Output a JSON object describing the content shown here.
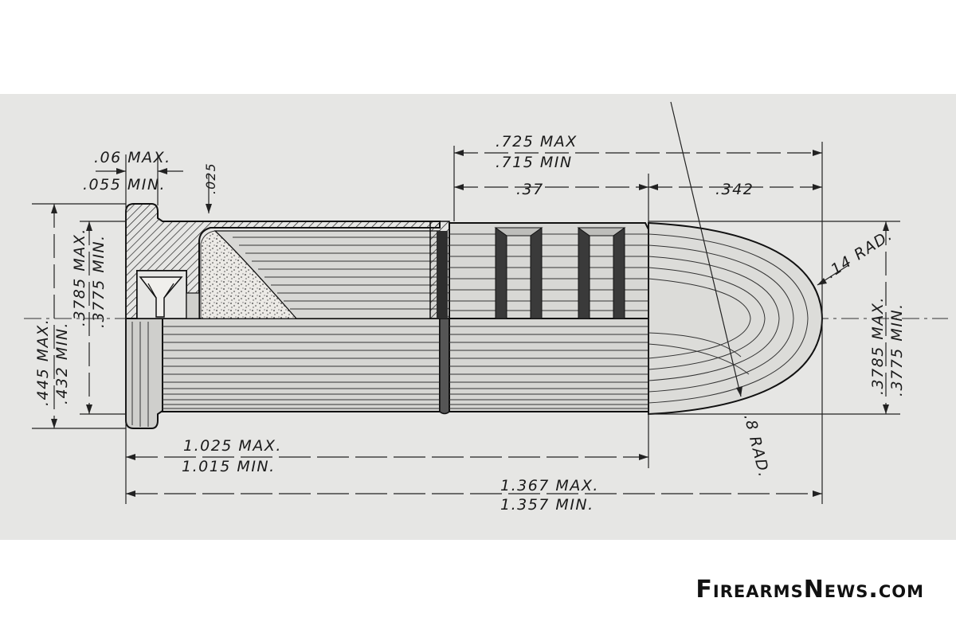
{
  "drawing": {
    "dimensions": {
      "rim_thickness_max": ".06 MAX.",
      "rim_thickness_min": ".055 MIN.",
      "crimp_depth": ".025",
      "bullet_length_max": ".725 MAX",
      "bullet_length_min": ".715 MIN",
      "shank_length": ".37",
      "nose_length": ".342",
      "rim_diameter_max": ".445 MAX.",
      "rim_diameter_min": ".432 MIN.",
      "case_diameter_max": ".3785 MAX.",
      "case_diameter_min": ".3775 MIN.",
      "bullet_diameter_max": ".3785 MAX.",
      "bullet_diameter_min": ".3775 MIN.",
      "tip_radius": ".14 RAD.",
      "ogive_radius": ".8 RAD.",
      "case_length_max": "1.025 MAX.",
      "case_length_min": "1.015 MIN.",
      "overall_length_max": "1.367 MAX.",
      "overall_length_min": "1.357 MIN."
    }
  },
  "brand": {
    "logo_text": "FirearmsNews.com"
  },
  "colors": {
    "panel": "#e6e6e4",
    "ink": "#1a1a1a",
    "background": "#ffffff"
  }
}
